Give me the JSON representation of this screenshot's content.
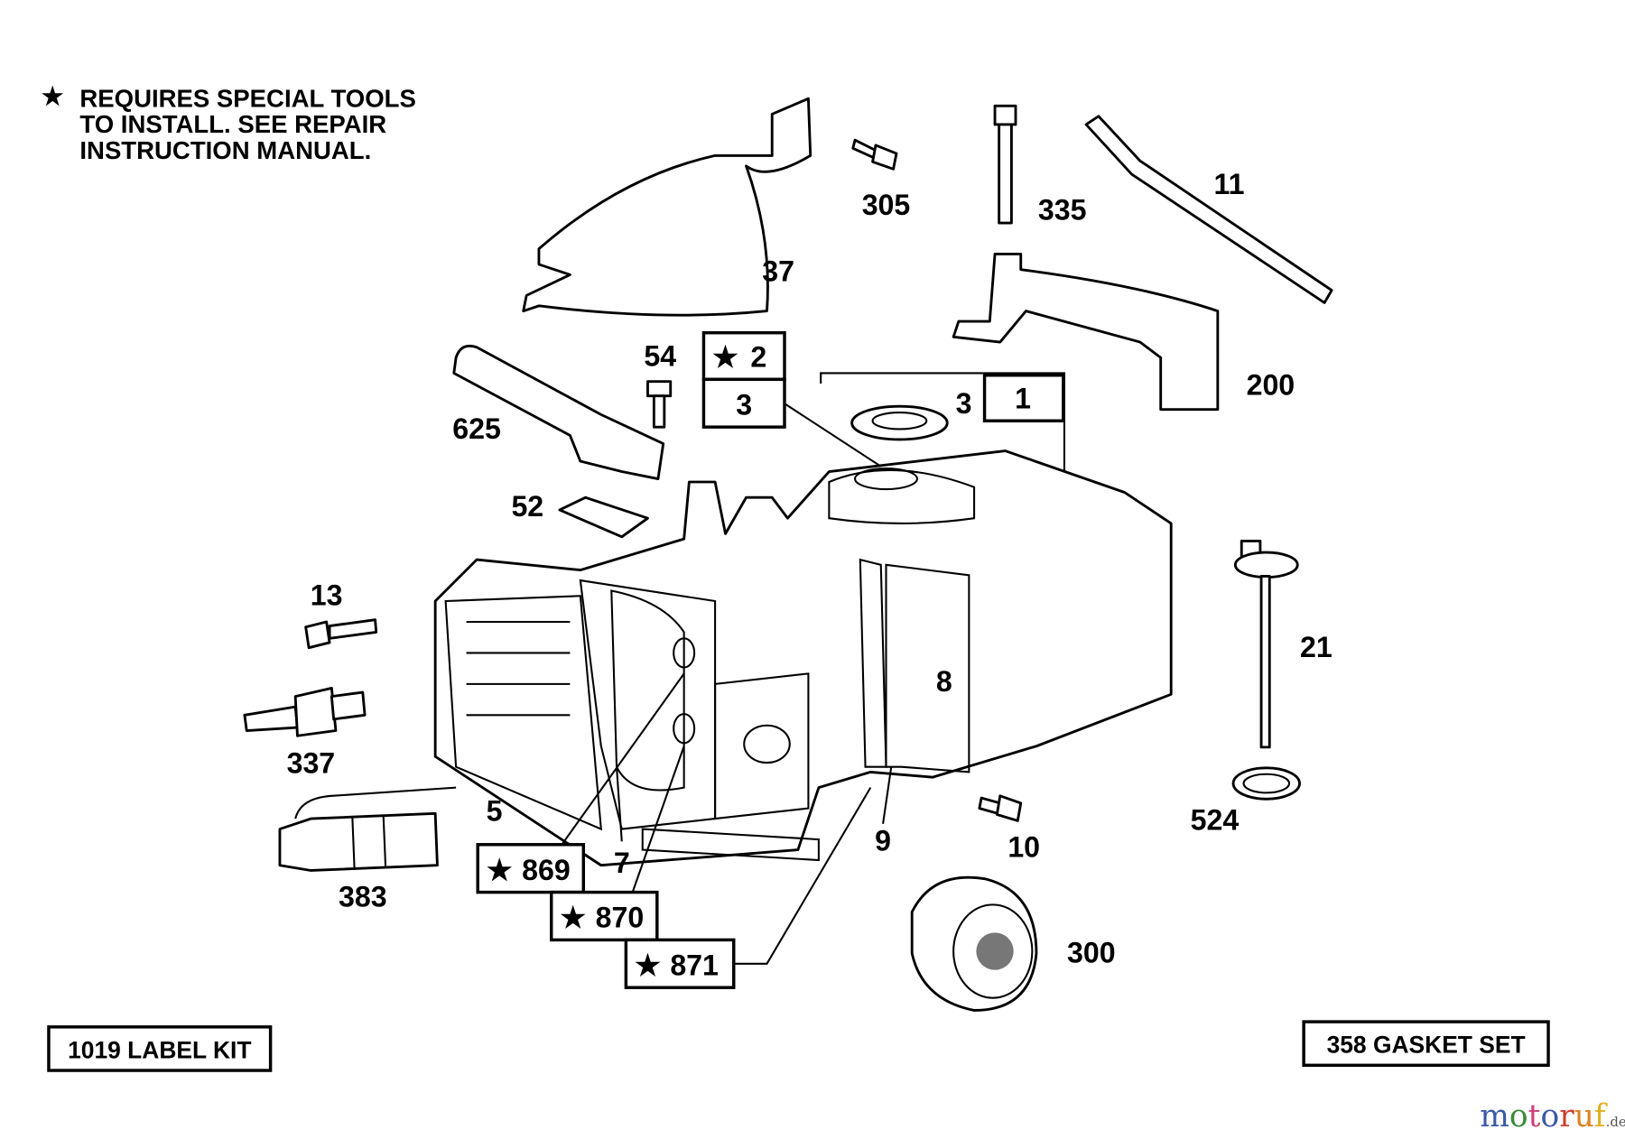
{
  "note": {
    "star_icon": "star-icon",
    "lines": [
      "REQUIRES SPECIAL TOOLS",
      "TO INSTALL.  SEE REPAIR",
      "INSTRUCTION MANUAL."
    ]
  },
  "callouts": {
    "p305": "305",
    "p335": "335",
    "p11": "11",
    "p37": "37",
    "p54": "54",
    "p2": "2",
    "p3box": "3",
    "p3": "3",
    "p1": "1",
    "p200": "200",
    "p625": "625",
    "p52": "52",
    "p13": "13",
    "p21": "21",
    "p8": "8",
    "p337": "337",
    "p5": "5",
    "p9": "9",
    "p10": "10",
    "p524": "524",
    "p7": "7",
    "p869": "869",
    "p870": "870",
    "p871": "871",
    "p383": "383",
    "p300": "300"
  },
  "kits": {
    "label_kit": "1019 LABEL KIT",
    "gasket_set": "358 GASKET SET"
  },
  "watermark": {
    "letters": [
      "m",
      "o",
      "t",
      "o",
      "r",
      "u",
      "f"
    ],
    "colors": [
      "#3a5aa8",
      "#3a8a3a",
      "#d0407a",
      "#3a5aa8",
      "#d04030",
      "#e08020",
      "#e0b020"
    ],
    "suffix": ".de"
  }
}
